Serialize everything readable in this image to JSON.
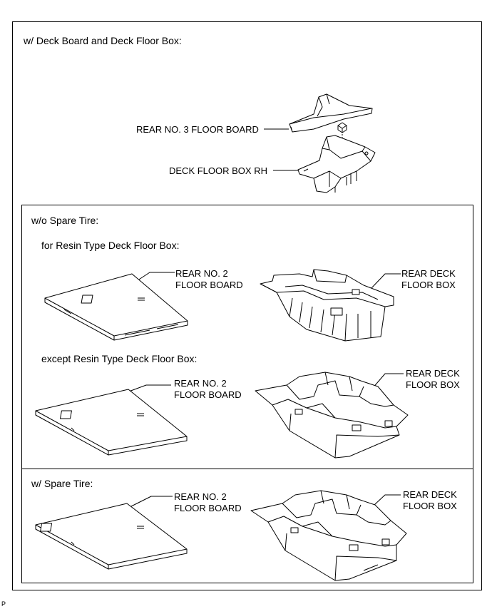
{
  "section_deck": {
    "title": "w/ Deck Board and Deck Floor Box:",
    "floor_board_label": "REAR NO. 3 FLOOR BOARD",
    "floor_box_label": "DECK FLOOR BOX RH"
  },
  "section_no_spare": {
    "title": "w/o Spare Tire:",
    "resin": {
      "subtitle": "for Resin Type Deck Floor Box:",
      "board_line1": "REAR NO. 2",
      "board_line2": "FLOOR BOARD",
      "box_line1": "REAR DECK",
      "box_line2": "FLOOR BOX"
    },
    "except": {
      "subtitle": "except Resin Type Deck Floor Box:",
      "board_line1": "REAR NO. 2",
      "board_line2": "FLOOR BOARD",
      "box_line1": "REAR DECK",
      "box_line2": "FLOOR BOX"
    }
  },
  "section_spare": {
    "title": "w/ Spare Tire:",
    "board_line1": "REAR NO. 2",
    "board_line2": "FLOOR BOARD",
    "box_line1": "REAR DECK",
    "box_line2": "FLOOR BOX"
  },
  "footer_code": "P"
}
